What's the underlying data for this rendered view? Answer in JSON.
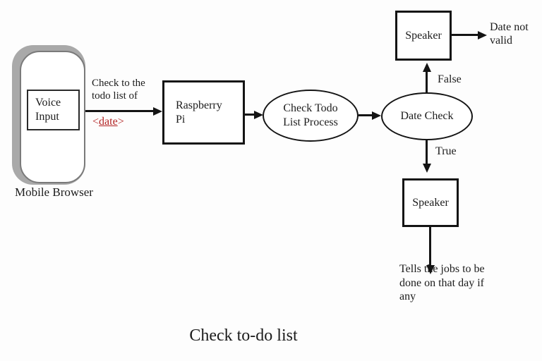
{
  "caption": "Check to-do list",
  "nodes": {
    "mobile_browser": {
      "label": "Mobile Browser"
    },
    "voice_input": {
      "label": "Voice\nInput"
    },
    "raspberry_pi": {
      "label": "Raspberry\nPi"
    },
    "check_todo_process": {
      "label": "Check Todo\nList Process"
    },
    "date_check": {
      "label": "Date Check"
    },
    "speaker_top": {
      "label": "Speaker"
    },
    "speaker_bottom": {
      "label": "Speaker"
    }
  },
  "edges": {
    "check_request": "Check to the\ntodo list of",
    "date_open": "<",
    "date_word": "date",
    "date_close": ">",
    "false_label": "False",
    "true_label": "True",
    "date_not_valid": "Date not\nvalid",
    "tells_jobs": "Tells the jobs to be\ndone on that day if\nany"
  },
  "colors": {
    "line": "#141414",
    "text": "#1c1c1c",
    "date_red": "#b32424",
    "phone_shadow": "#a9a9a9",
    "phone_border": "#7a7a7a",
    "background": "#fdfdfd"
  }
}
